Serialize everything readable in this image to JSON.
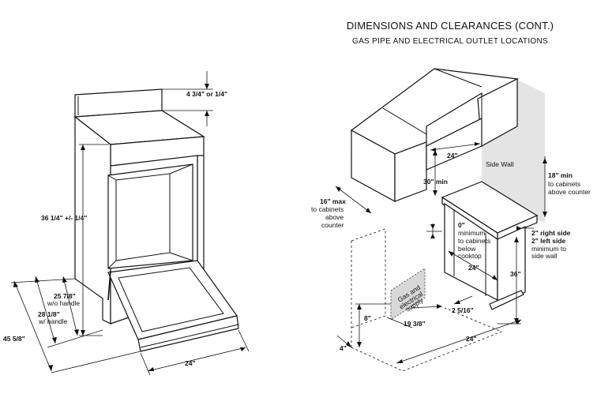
{
  "header": {
    "title": "DIMENSIONS AND CLEARANCES (CONT.)",
    "subtitle": "GAS PIPE AND ELECTRICAL OUTLET LOCATIONS"
  },
  "range_view": {
    "top_height": "4 3/4\" or 1/4\"",
    "height": "36 1/4\" +/- 1/4\"",
    "depth_no_handle_value": "25 7/8\"",
    "depth_no_handle_note": "w/o handle",
    "depth_handle_value": "28 1/8\"",
    "depth_handle_note": "w/ handle",
    "depth_open_door": "45 5/8\"",
    "width": "24\""
  },
  "install_view": {
    "side_wall": "Side Wall",
    "cabinet_depth": "24\"",
    "clearance_cooktop_value": "30\" min",
    "max_cabinet_depth_value": "16\" max",
    "max_cabinet_depth_note_1": "to cabinets",
    "max_cabinet_depth_note_2": "above",
    "max_cabinet_depth_note_3": "counter",
    "min_cabinet_height_value": "18\" min",
    "min_cabinet_height_note_1": "to cabinets",
    "min_cabinet_height_note_2": "above counter",
    "zero_clearance_value": "0\"",
    "zero_clearance_note_1": "minimum",
    "zero_clearance_note_2": "to cabinets",
    "zero_clearance_note_3": "below",
    "zero_clearance_note_4": "cooktop",
    "counter_depth": "24\"",
    "right_side_value": "2\" right side",
    "left_side_value": "2\" left side",
    "side_note_1": "minimum to",
    "side_note_2": "side wall",
    "counter_height": "36\"",
    "supply_line_1": "Gas and",
    "supply_line_2": "electrical",
    "supply_line_3": "supply",
    "supply_height": "8\"",
    "supply_offset": "4\"",
    "supply_depth": "19 3/8\"",
    "supply_side": "2 5/16\"",
    "opening_width": "24\""
  }
}
